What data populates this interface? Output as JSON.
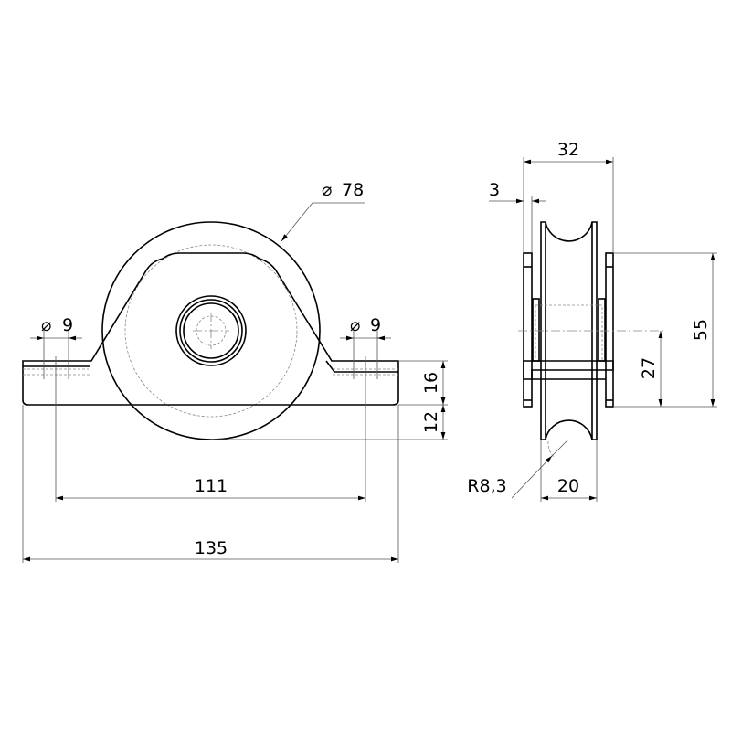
{
  "drawing": {
    "front_view": {
      "wheel_diameter": "78",
      "hole_left_diameter": "9",
      "hole_right_diameter": "9",
      "plate_height": "16",
      "wheel_below_plate": "12",
      "hole_spacing": "111",
      "overall_length": "135",
      "diameter_symbol": "⌀"
    },
    "side_view": {
      "overall_width": "32",
      "plate_thickness": "3",
      "bracket_height": "55",
      "axle_height": "27",
      "wheel_width": "20",
      "groove_radius": "R8,3"
    }
  }
}
